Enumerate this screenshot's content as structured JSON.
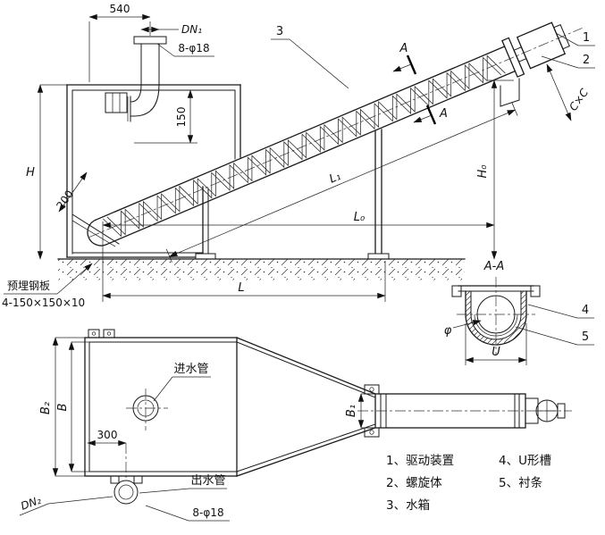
{
  "colors": {
    "ink": "#1a1a1a",
    "paper": "#ffffff"
  },
  "elevation": {
    "dim_540": "540",
    "dim_dn1": "DN₁",
    "bolt_note_top": "8-φ18",
    "callout_3": "3",
    "section_label_upper": "A",
    "section_label_lower": "A",
    "dim_150": "150",
    "dim_h": "H",
    "dim_200": "200",
    "dim_l1": "L₁",
    "dim_l0": "L₀",
    "dim_h0": "H₀",
    "dim_l": "L",
    "dim_cxc": "C×C",
    "callout_1": "1",
    "callout_2": "2",
    "plate_note_line1": "预埋钢板",
    "plate_note_line2": "4-150×150×10"
  },
  "plan": {
    "inlet_label": "进水管",
    "outlet_label": "出水管",
    "dim_b2": "B₂",
    "dim_b": "B",
    "dim_300": "300",
    "dim_dn2": "DN₂",
    "bolt_note_bottom": "8-φ18",
    "dim_b1": "B₁"
  },
  "section": {
    "title": "A-A",
    "dim_phi": "φ",
    "dim_u": "U",
    "callout_4": "4",
    "callout_5": "5"
  },
  "legend": {
    "items": [
      "1、驱动装置",
      "2、螺旋体",
      "3、水箱",
      "4、U形槽",
      "5、衬条"
    ]
  }
}
